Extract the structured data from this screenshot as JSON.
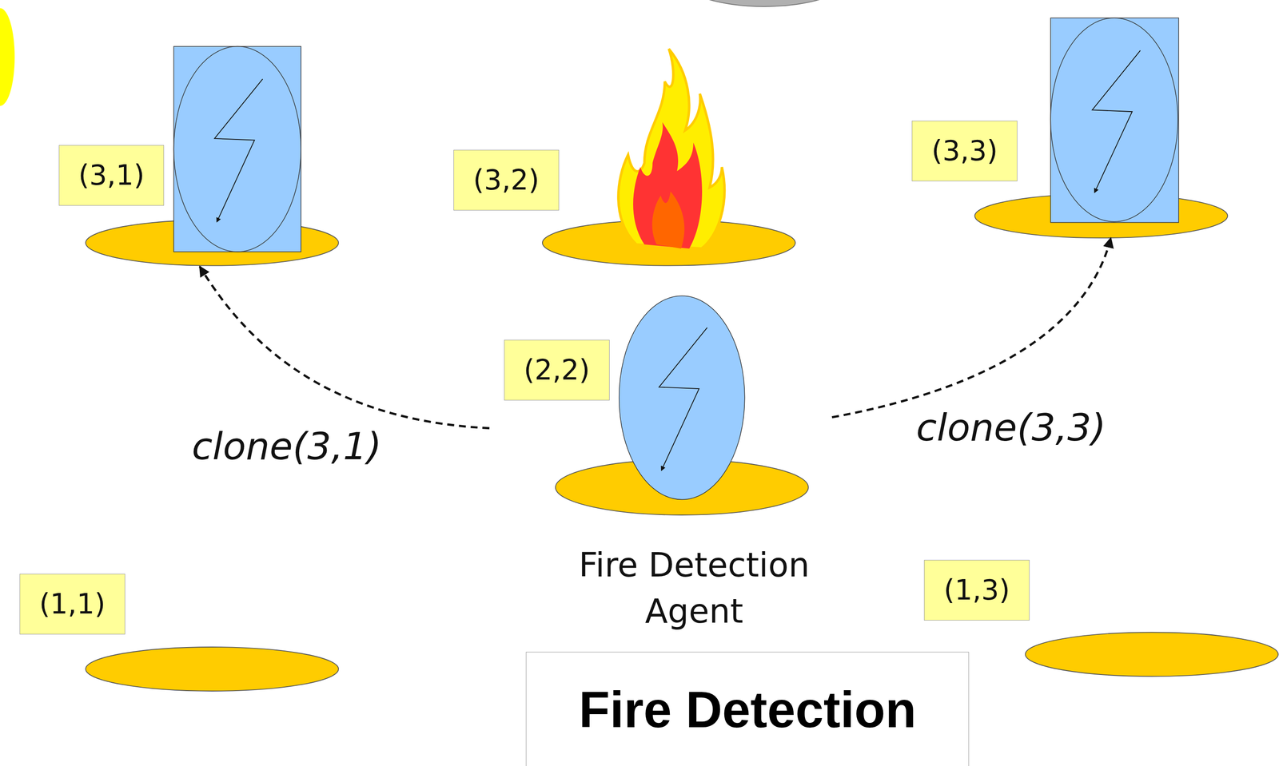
{
  "diagram": {
    "title": "Fire Detection",
    "nodes": [
      {
        "text": [
          "(3,1)"
        ]
      },
      {
        "text": [
          "(3,2)"
        ]
      },
      {
        "text": [
          "(3,3)"
        ]
      },
      {
        "text": [
          "(2,2)",
          "Fire Detection Agent"
        ]
      },
      {
        "text": [
          "(1,1)"
        ]
      },
      {
        "text": [
          "(1,3)"
        ]
      }
    ],
    "edges": [
      {
        "from": 3,
        "to": 0,
        "label": "clone(3,1)",
        "arrow": "to"
      },
      {
        "from": 3,
        "to": 2,
        "label": "clone(3,3)",
        "arrow": "to"
      }
    ]
  }
}
